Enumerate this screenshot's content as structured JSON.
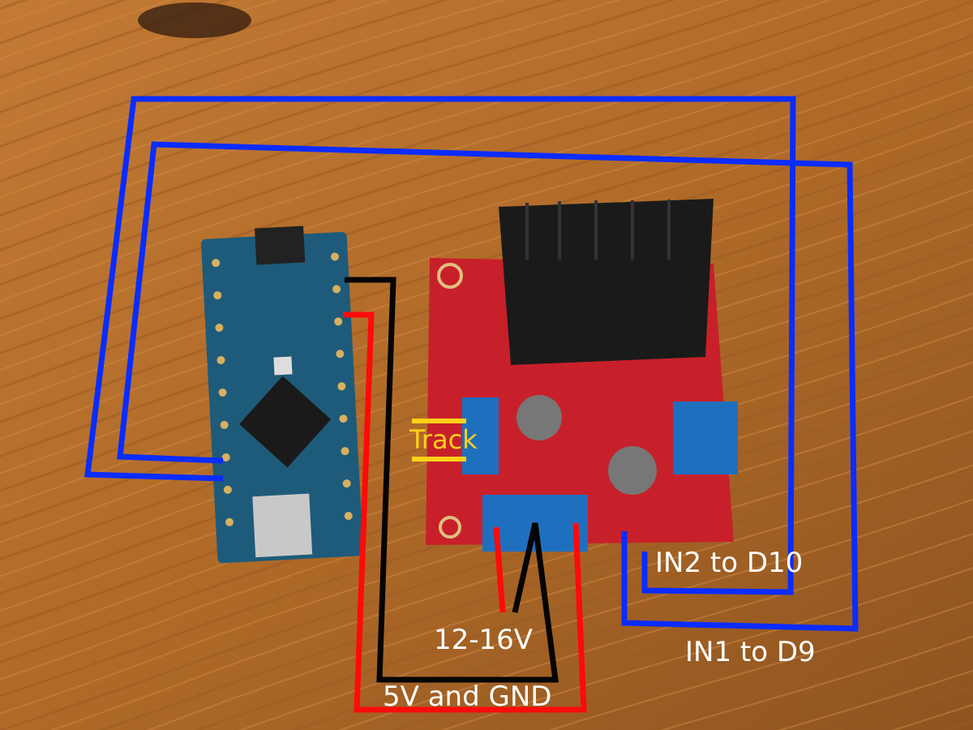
{
  "labels": {
    "track": "Track",
    "in2": "IN2 to D10",
    "in1": "IN1 to D9",
    "power": "12-16V",
    "logic": "5V and GND"
  },
  "colors": {
    "wire_blue": "#0a2cff",
    "wire_red": "#ff0a0a",
    "wire_black": "#050505",
    "track_yellow": "#ffd21a",
    "arduino_board": "#1e5b7a",
    "driver_board": "#c8202a"
  }
}
